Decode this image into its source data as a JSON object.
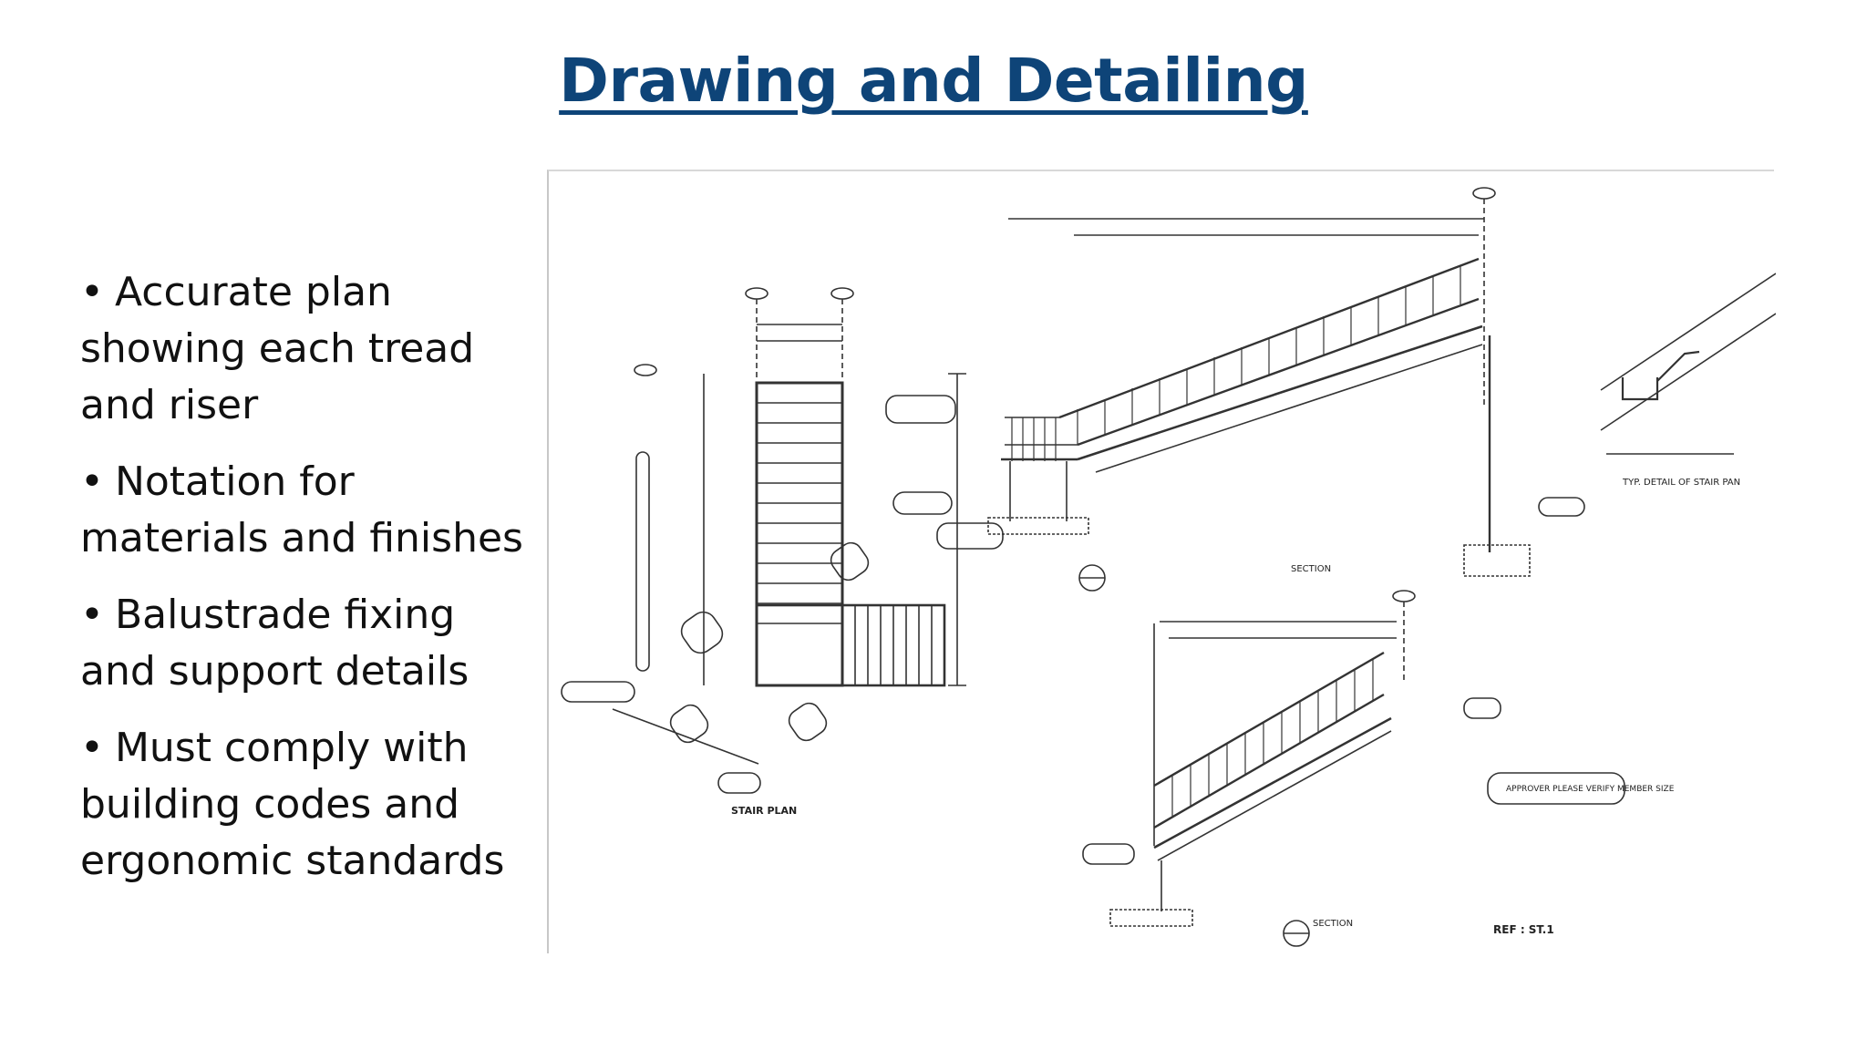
{
  "slide": {
    "title": "Drawing and Detailing",
    "bullets": [
      "Accurate plan showing each tread and riser",
      "Notation for materials and finishes",
      "Balustrade fixing and support details",
      "Must comply with building codes and ergonomic standards"
    ]
  },
  "drawing": {
    "plan_label": "STAIR PLAN",
    "section_label": "SECTION",
    "detail_label": "TYP. DETAIL OF STAIR PAN",
    "approver_note": "APPROVER PLEASE VERIFY MEMBER SIZE",
    "ref": "REF : ST.1"
  },
  "colors": {
    "title": "#0e4478",
    "text": "#111111",
    "line": "#333333"
  }
}
